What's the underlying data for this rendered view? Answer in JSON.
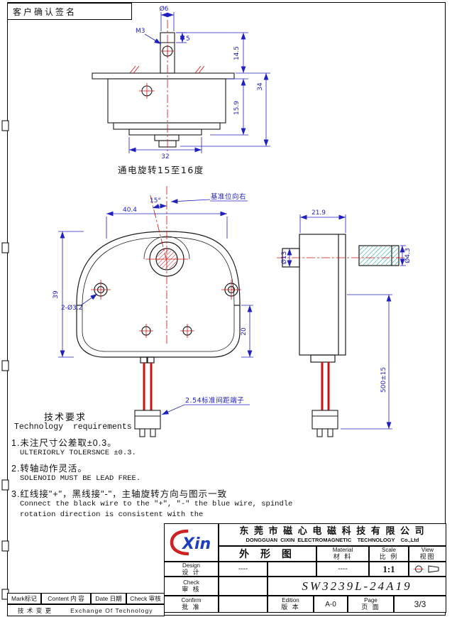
{
  "sheet": {
    "signature_label": "客户确认签名"
  },
  "notes": {
    "rotation": "通电旋转15至16度",
    "datum": "基准位向右",
    "terminal": "2.54标准间距端子"
  },
  "dimensions": {
    "top_view": {
      "shaft_dia": "Ø6",
      "thread": "M3",
      "shaft_flat": "5",
      "upper_height": "14.5",
      "total_height": "34",
      "lower_height": "15.9",
      "body_width": "32"
    },
    "front_view": {
      "body_width": "40.4",
      "body_height": "39",
      "rotation_angle": "15°",
      "mount_holes": "2-Ø3.2",
      "lower_height": "20"
    },
    "side_view": {
      "body_depth": "21.9",
      "boss_dia": "Ø13",
      "shaft_dia": "Ø4.3",
      "wire_length": "500±15"
    }
  },
  "tech_requirements": {
    "title_cn": "技术要求",
    "title_en": "Technology  requirements",
    "item1_cn": "1.未注尺寸公差取±0.3。",
    "item1_en": "ULTERIORLY TOLERSNCE ±0.3.",
    "item2_cn": "2.转轴动作灵活。",
    "item2_en": "SOLENOID MUST BE LEAD FREE.",
    "item3_cn": "3.红线接\"+\"，黑线接\"-\"，主轴旋转方向与图示一致",
    "item3_en_line1": "Connect the black wire to the \"+\", \"-\" the blue wire, spindle",
    "item3_en_line2": "rotation direction is consistent with the"
  },
  "title_block": {
    "logo_text": "Xin",
    "company_cn": "东 莞 市 磁 心 电 磁 科 技 有 限 公 司",
    "company_en": "DONGGUAN  CIXIN  ELECTROMAGNETIC    TECHNOLOGY    Co.,Ltd",
    "drawing_title": "外 形 图",
    "material_label_en": "Material",
    "material_label_cn": "材  料",
    "material_value": "----",
    "scale_label_en": "Scale",
    "scale_label_cn": "比 例",
    "scale_value": "1:1",
    "view_label_en": "View",
    "view_label_cn": "视图",
    "design_label_en": "Design",
    "design_label_cn": "设 计",
    "design_value": "----",
    "check_label_en": "Check",
    "check_label_cn": "审 核",
    "confirm_label_en": "Confirm",
    "confirm_label_cn": "批 准",
    "part_number": "SW3239L-24A19",
    "edition_label_en": "Edition",
    "edition_label_cn": "版 本",
    "edition_value": "A-0",
    "page_label_en": "Page",
    "page_label_cn": "页 面",
    "page_value": "3/3"
  },
  "revision_table": {
    "mark_label": "Mark标记",
    "content_label": "Content 内 容",
    "date_label": "Date 日期",
    "check_label": "Check 审核",
    "change_label_cn": "技 术 变 更",
    "change_label_en": "Exchange Of Technology"
  },
  "colors": {
    "dimension": "#2020c0",
    "outline": "#1a1a1a",
    "centerline": "#cc1111",
    "wire": "#cc1111",
    "detail_hatch": "#009a9a",
    "logo_blue": "#1d3fbf",
    "logo_red": "#cc2222"
  }
}
